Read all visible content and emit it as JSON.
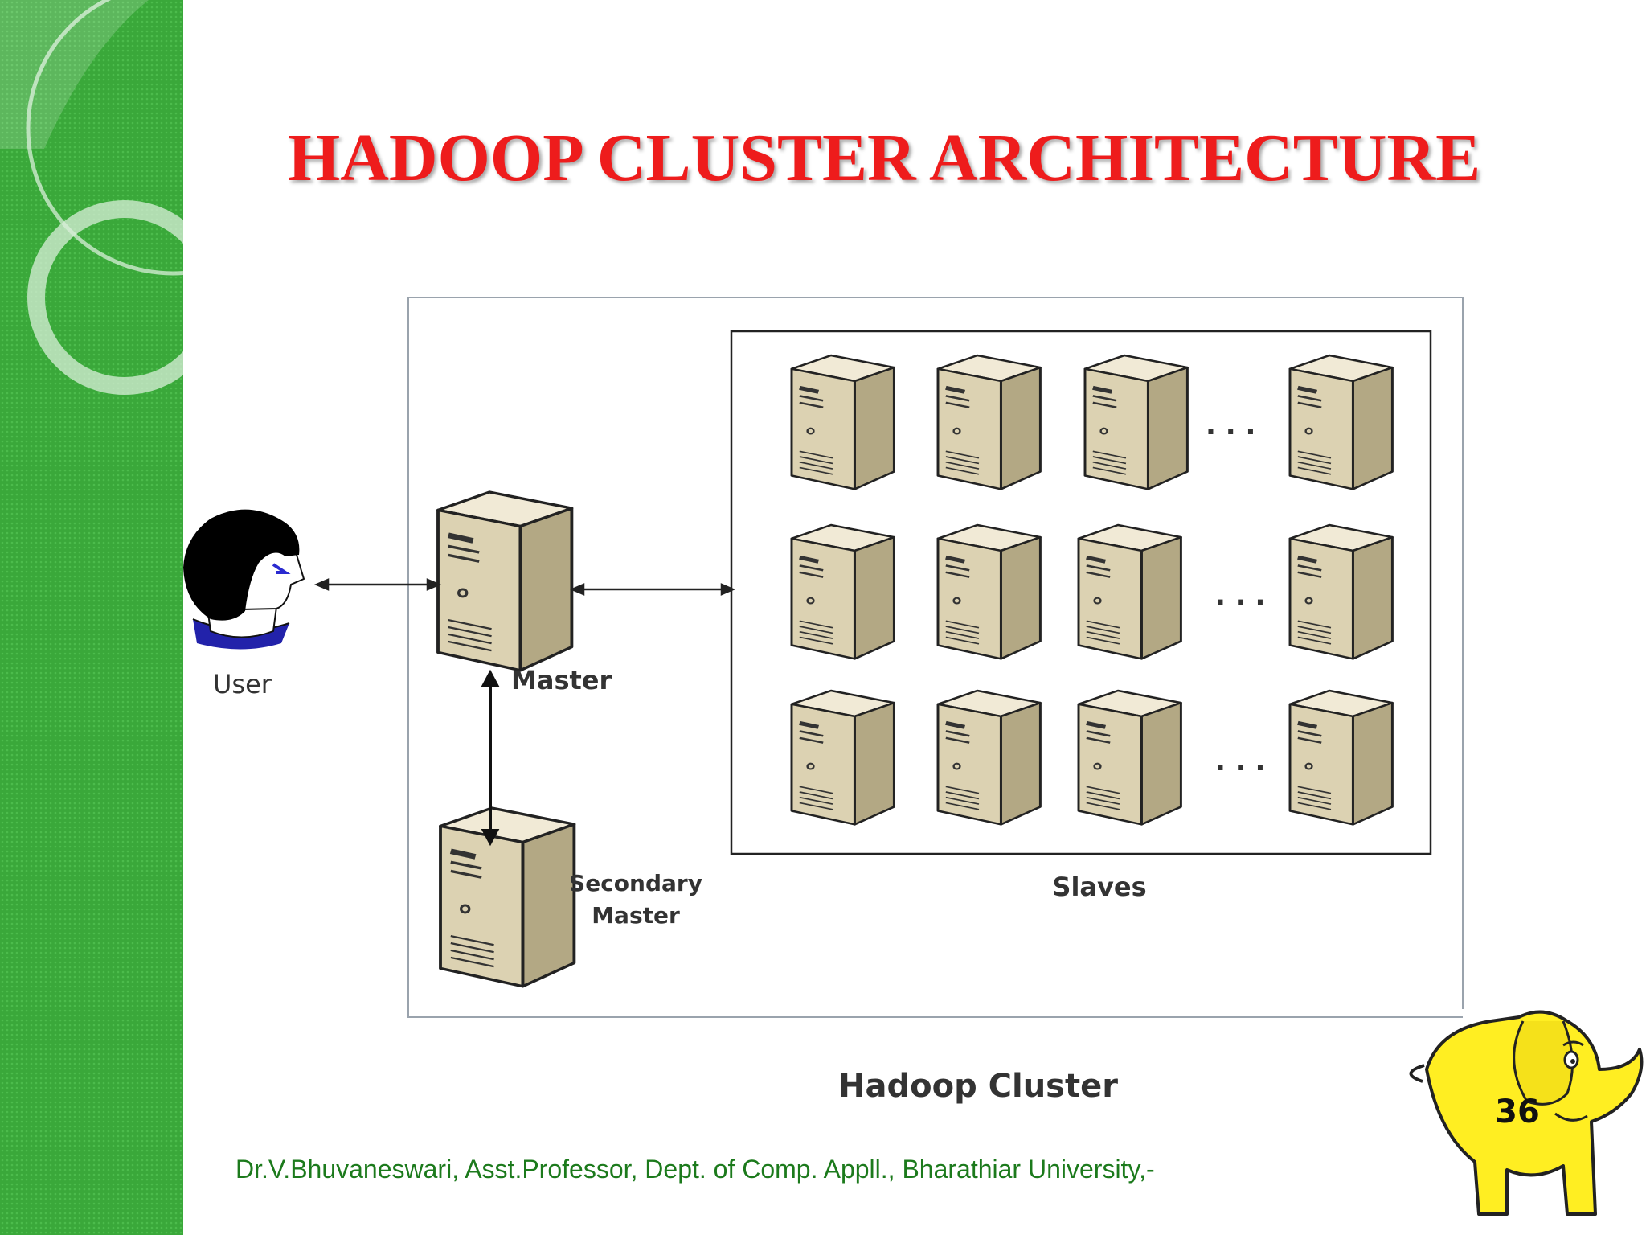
{
  "slide": {
    "title": "HADOOP CLUSTER ARCHITECTURE",
    "footer": "Dr.V.Bhuvaneswari, Asst.Professor, Dept. of Comp. Appll., Bharathiar University,-",
    "page_number": "36"
  },
  "diagram": {
    "user_label": "User",
    "master_label": "Master",
    "secondary_master_label_line1": "Secondary",
    "secondary_master_label_line2": "Master",
    "slaves_label": "Slaves",
    "cluster_caption": "Hadoop Cluster",
    "ellipsis": ". . ."
  },
  "colors": {
    "title_red": "#ee1c1c",
    "sidebar_green": "#3aa93a",
    "footer_green": "#1c7a1c",
    "server_body": "#d8ceb0",
    "elephant_yellow": "#ffee22"
  }
}
